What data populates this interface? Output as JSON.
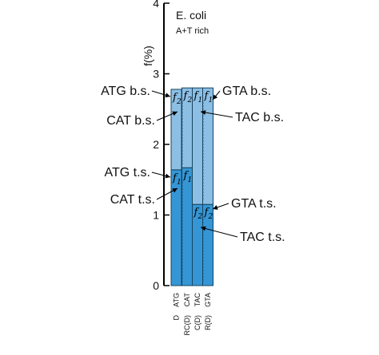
{
  "chart_data": {
    "type": "bar",
    "title": "E. coli",
    "subtitle": "A+T rich",
    "ylabel": "f(%)",
    "ylim": [
      0,
      4
    ],
    "yticks": [
      0,
      1,
      2,
      3,
      4
    ],
    "categories": [
      "ATG D",
      "CAT RC(D)",
      "TAC C(D)",
      "GTA R(D)"
    ],
    "category_labels": [
      {
        "top": "ATG",
        "bottom": "D"
      },
      {
        "top": "CAT",
        "bottom": "RC(D)"
      },
      {
        "top": "TAC",
        "bottom": "C(D)"
      },
      {
        "top": "GTA",
        "bottom": "R(D)"
      }
    ],
    "series": [
      {
        "name": "t.s.",
        "color": "#3596d6",
        "values": [
          1.64,
          1.67,
          1.15,
          1.15
        ],
        "letters": [
          "1",
          "1",
          "2",
          "2"
        ]
      },
      {
        "name": "b.s.",
        "color": "#8dbfe5",
        "values": [
          1.14,
          1.13,
          1.65,
          1.65
        ],
        "letters": [
          "2",
          "2",
          "1",
          "1"
        ]
      }
    ],
    "annotations": [
      {
        "text": "ATG b.s.",
        "bar": 0,
        "series": 1,
        "side": "left"
      },
      {
        "text": "CAT b.s.",
        "bar": 1,
        "series": 1,
        "side": "left"
      },
      {
        "text": "ATG t.s.",
        "bar": 0,
        "series": 0,
        "side": "left"
      },
      {
        "text": "CAT t.s.",
        "bar": 1,
        "series": 0,
        "side": "left"
      },
      {
        "text": "GTA b.s.",
        "bar": 3,
        "series": 1,
        "side": "right"
      },
      {
        "text": "TAC b.s.",
        "bar": 2,
        "series": 1,
        "side": "right"
      },
      {
        "text": "GTA t.s.",
        "bar": 3,
        "series": 0,
        "side": "right"
      },
      {
        "text": "TAC t.s.",
        "bar": 2,
        "series": 0,
        "side": "right"
      }
    ],
    "symbol": "f",
    "grid": false
  }
}
